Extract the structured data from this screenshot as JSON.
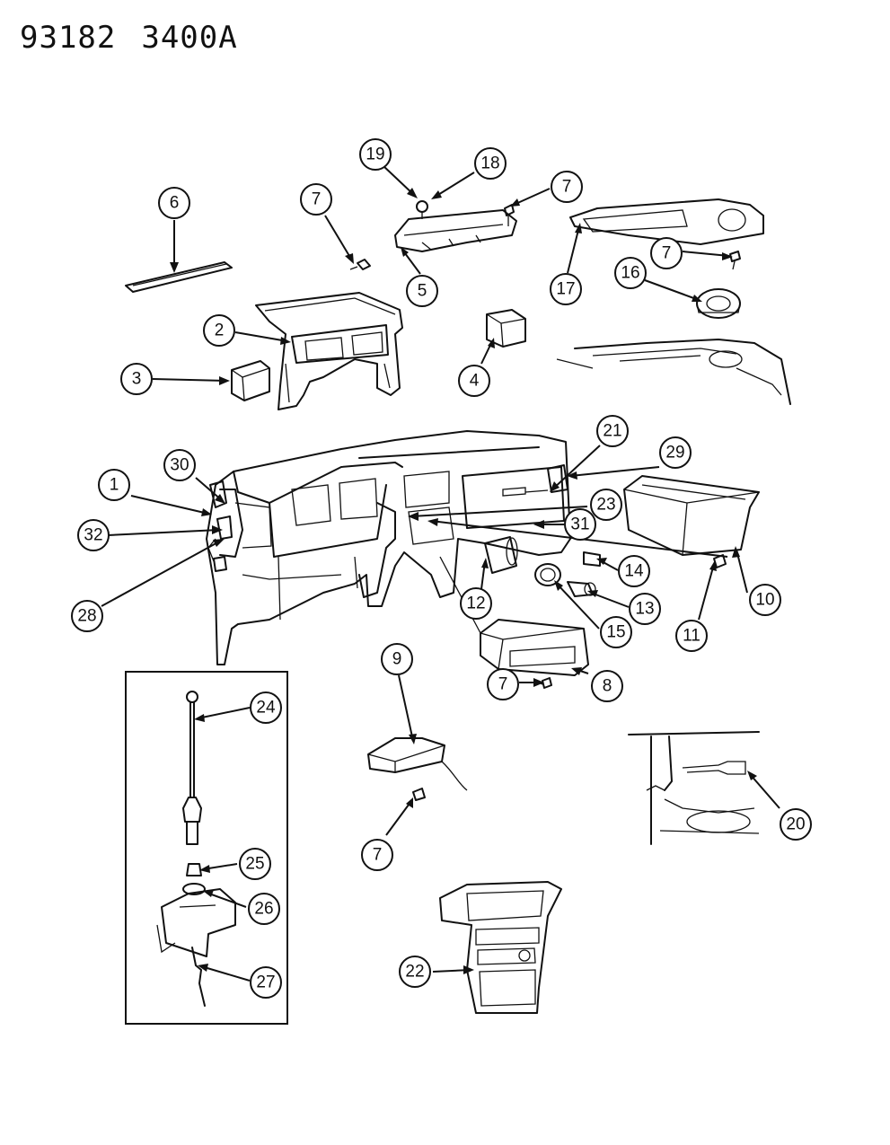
{
  "header": {
    "doc_number": "93182",
    "figure_code": "3400A"
  },
  "callouts": [
    {
      "id": "c6",
      "label": "6"
    },
    {
      "id": "c7a",
      "label": "7"
    },
    {
      "id": "c19",
      "label": "19"
    },
    {
      "id": "c18",
      "label": "18"
    },
    {
      "id": "c7b",
      "label": "7"
    },
    {
      "id": "c5",
      "label": "5"
    },
    {
      "id": "c17",
      "label": "17"
    },
    {
      "id": "c7c",
      "label": "7"
    },
    {
      "id": "c16",
      "label": "16"
    },
    {
      "id": "c2",
      "label": "2"
    },
    {
      "id": "c3",
      "label": "3"
    },
    {
      "id": "c4",
      "label": "4"
    },
    {
      "id": "c21",
      "label": "21"
    },
    {
      "id": "c29",
      "label": "29"
    },
    {
      "id": "c30",
      "label": "30"
    },
    {
      "id": "c1",
      "label": "1"
    },
    {
      "id": "c32",
      "label": "32"
    },
    {
      "id": "c28",
      "label": "28"
    },
    {
      "id": "c23",
      "label": "23"
    },
    {
      "id": "c31",
      "label": "31"
    },
    {
      "id": "c14",
      "label": "14"
    },
    {
      "id": "c10",
      "label": "10"
    },
    {
      "id": "c12",
      "label": "12"
    },
    {
      "id": "c13",
      "label": "13"
    },
    {
      "id": "c15",
      "label": "15"
    },
    {
      "id": "c11",
      "label": "11"
    },
    {
      "id": "c9",
      "label": "9"
    },
    {
      "id": "c24",
      "label": "24"
    },
    {
      "id": "c7d",
      "label": "7"
    },
    {
      "id": "c8",
      "label": "8"
    },
    {
      "id": "c20",
      "label": "20"
    },
    {
      "id": "c7e",
      "label": "7"
    },
    {
      "id": "c25",
      "label": "25"
    },
    {
      "id": "c26",
      "label": "26"
    },
    {
      "id": "c27",
      "label": "27"
    },
    {
      "id": "c22",
      "label": "22"
    }
  ]
}
